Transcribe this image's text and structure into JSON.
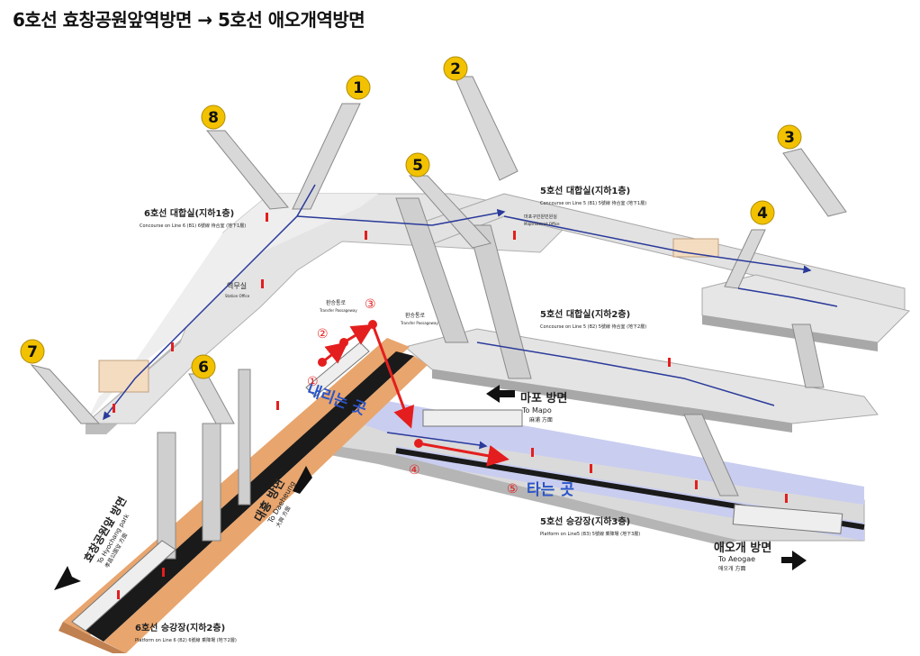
{
  "title": "6호선 효창공원앞역방면 → 5호선 애오개역방면",
  "exits": [
    {
      "num": "1"
    },
    {
      "num": "2"
    },
    {
      "num": "3"
    },
    {
      "num": "4"
    },
    {
      "num": "5"
    },
    {
      "num": "6"
    },
    {
      "num": "7"
    },
    {
      "num": "8"
    }
  ],
  "areas": {
    "concourse6": {
      "name": "6호선 대합실(지하1층)",
      "en": "Concourse on Line 6 (B1)  6號線 待合室 (地下1層)"
    },
    "concourse5_b1": {
      "name": "5호선 대합실(지하1층)",
      "en": "Concourse on Line 5 (B1)  5號線 待合室 (地下1層)"
    },
    "concourse5_b2": {
      "name": "5호선 대합실(지하2층)",
      "en": "Concourse on Line 5 (B2)  5號線 待合室 (地下2層)"
    },
    "platform5": {
      "name": "5호선 승강장(지하3층)",
      "en": "Platform on Line5 (B3)  5號線 乘降場 (地下3層)"
    },
    "platform6": {
      "name": "6호선 승강장(지하2층)",
      "en": "Platform on Line 6 (B2)  6號線 乘降場 (地下2層)"
    },
    "station_office": {
      "name": "역무실",
      "en": "Station Office"
    },
    "transfer1": {
      "name": "환승통로",
      "en": "Transfer Passageway"
    },
    "transfer2": {
      "name": "환승통로",
      "en": "Transfer Passageway"
    },
    "civil_office": {
      "name": "마포구민원민원실",
      "en": "Mapo District Office"
    }
  },
  "directions": {
    "mapo": {
      "ko": "마포 방면",
      "en": "To Mapo",
      "hanja": "麻浦 方面"
    },
    "aeogae": {
      "ko": "애오개 방면",
      "en": "To Aeogae",
      "hanja": "애오개 方面"
    },
    "daeheung": {
      "ko": "대흥 방면",
      "en": "To Daeheung",
      "hanja": "大興 方面"
    },
    "hyochang": {
      "ko": "효창공원앞 방면",
      "en": "To Hyochang park",
      "hanja": "孝昌公園앞 方面"
    }
  },
  "route": {
    "steps": [
      "①",
      "②",
      "③",
      "④",
      "⑤"
    ],
    "get_off": "내리는 곳",
    "get_on": "타는 곳",
    "color": "#e41e1e"
  },
  "colors": {
    "floor": "#dcdcdc",
    "floor_top": "#eeeeee",
    "floor_edge": "#a8a8a8",
    "platform5": "#c9cdf0",
    "platform6": "#e8a56d",
    "exit_circle": "#f2c200",
    "path_blue": "#2a3a9a",
    "track": "#1a1a1a"
  }
}
